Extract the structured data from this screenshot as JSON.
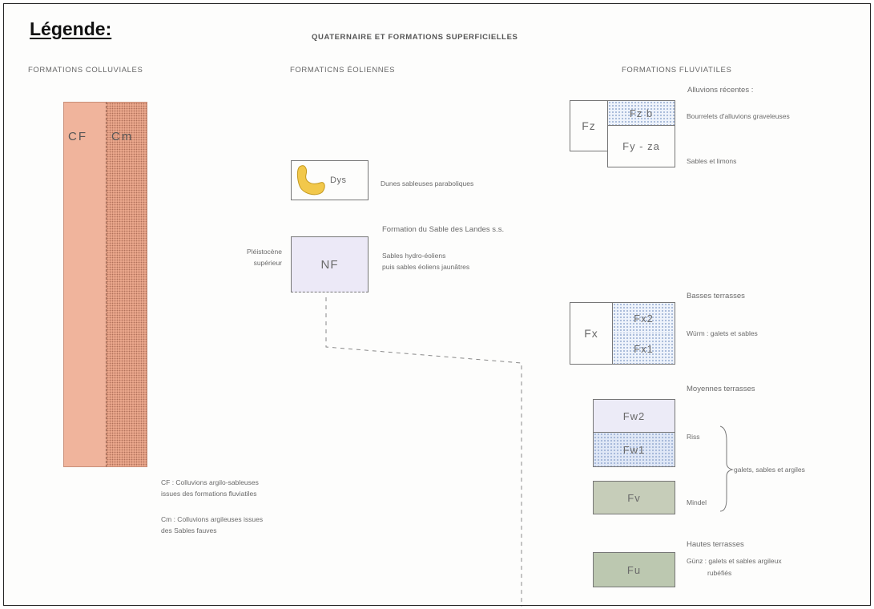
{
  "title": "Légende:",
  "main_header": "QUATERNAIRE ET FORMATIONS SUPERFICIELLES",
  "columns": {
    "colluviales": "FORMATIONS COLLUVIALES",
    "eoliennes": "FORMATICNS ÉOLIENNES",
    "fluviatiles": "FORMATIONS FLUVIATILES"
  },
  "colluvial": {
    "cf_code": "CF",
    "cm_code": "Cm",
    "cf_desc_1": "CF : Colluvions argilo-sableuses",
    "cf_desc_2": "issues des formations fluviatiles",
    "cm_desc_1": "Cm : Colluvions argileuses issues",
    "cm_desc_2": "des Sables fauves",
    "colors": {
      "cf": "#f0b49c",
      "cm": "#eaa78c"
    }
  },
  "eolian": {
    "dunes_code": "Dys",
    "dunes_label": "Dunes sableuses paraboliques",
    "landes_title": "Formation du Sable des Landes s.s.",
    "age_1": "Pléistocène",
    "age_2": "supérieur",
    "nf_code": "NF",
    "nf_desc_1": "Sables hydro-éoliens",
    "nf_desc_2": "puis sables éoliens jaunâtres",
    "colors": {
      "dune": "#f2c84b",
      "nf": "#ece9f7"
    }
  },
  "fluvial": {
    "alluvions_title": "Alluvions récentes :",
    "fz_code": "Fz",
    "fzb_code": "Fz b",
    "fyza_code": "Fy - za",
    "fzb_label": "Bourrelets d'alluvions graveleuses",
    "fyza_label": "Sables et limons",
    "basses_title": "Basses terrasses",
    "fx_code": "Fx",
    "fx2_code": "Fx2",
    "fx1_code": "Fx1",
    "wurm_label": "Würm : galets et sables",
    "moyennes_title": "Moyennes terrasses",
    "fw2_code": "Fw2",
    "fw1_code": "Fw1",
    "fv_code": "Fv",
    "riss_label": "Riss",
    "mindel_label": "Mindel",
    "galets_label": "galets, sables et argiles",
    "hautes_title": "Hautes terrasses",
    "fu_code": "Fu",
    "gunz_1": "Günz : galets et sables argileux",
    "gunz_2": "rubéfiés",
    "colors": {
      "fv": "#c6cdb9",
      "fu": "#bcc8b0",
      "fw2": "#ecebf7"
    }
  }
}
